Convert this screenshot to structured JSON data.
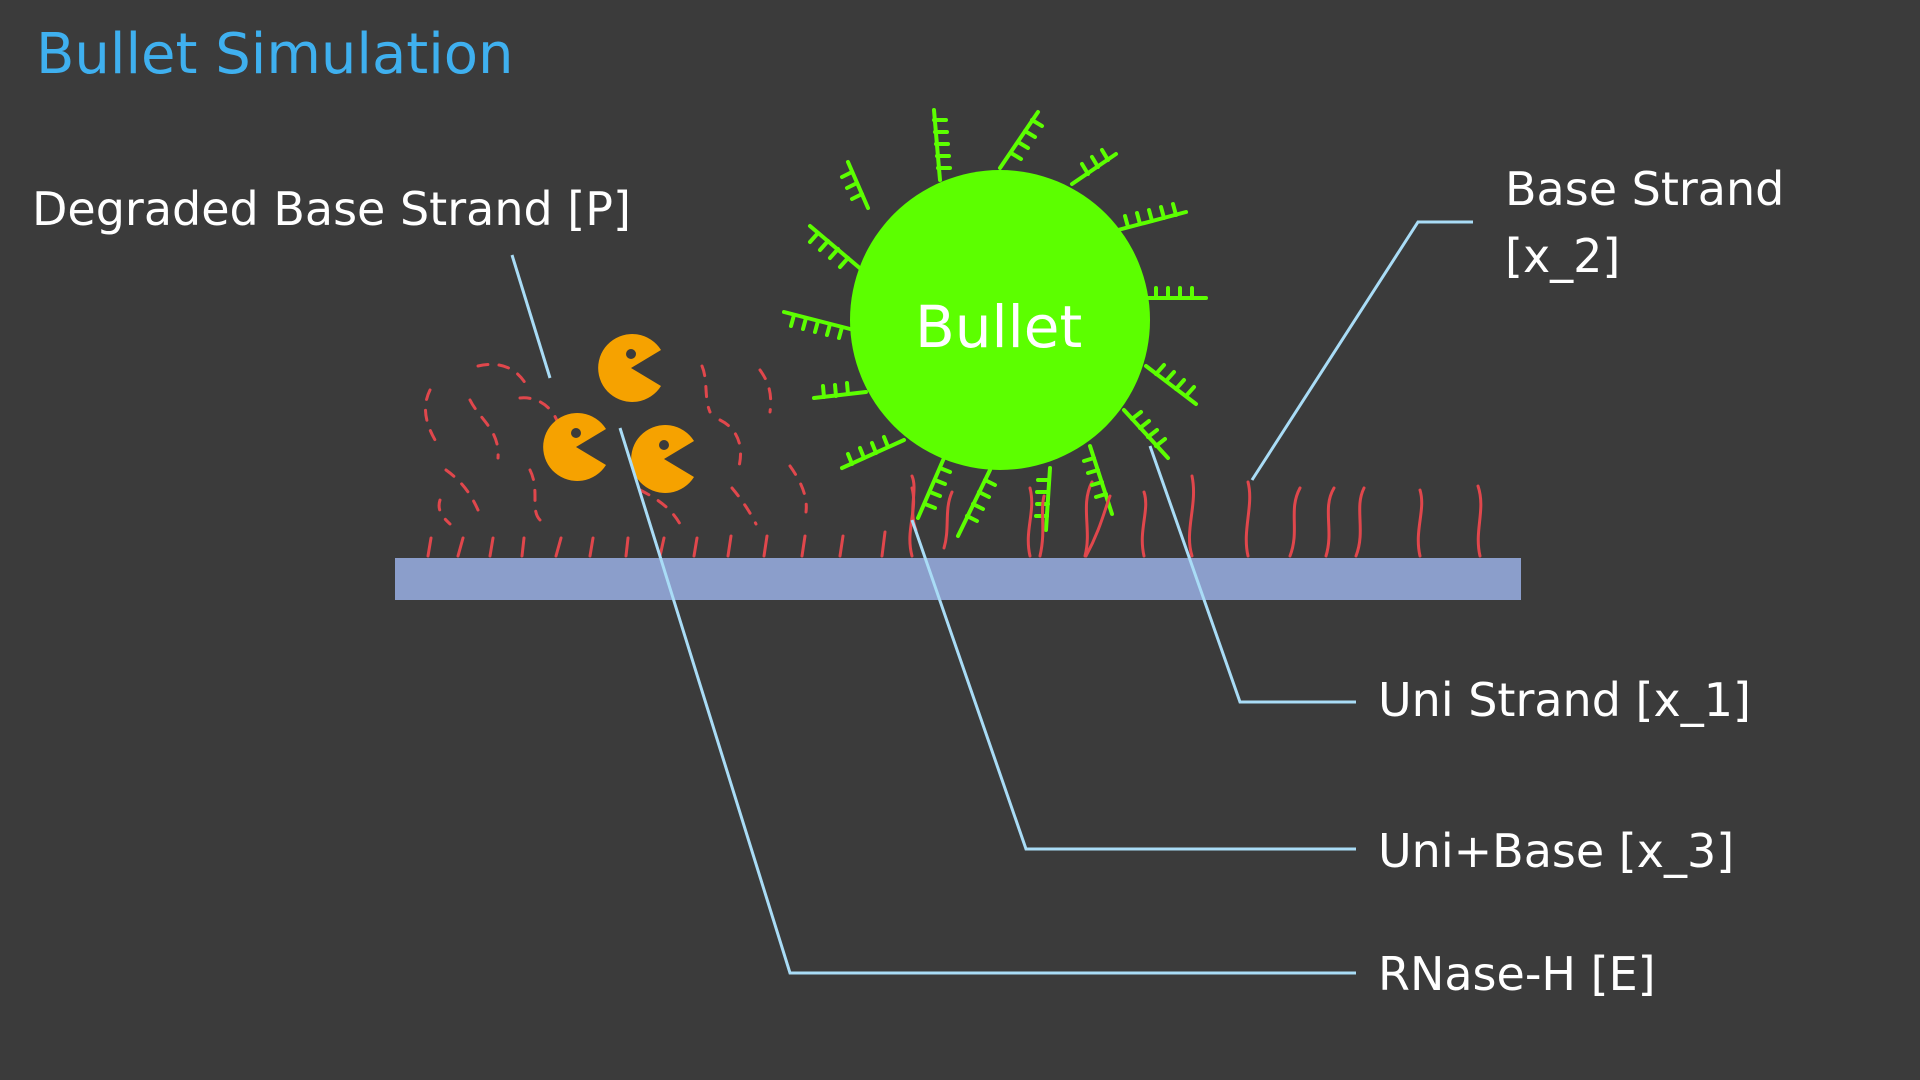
{
  "title": "Bullet Simulation",
  "bullet_label": "Bullet",
  "labels": {
    "degraded": "Degraded Base Strand [P]",
    "base_line1": "Base Strand",
    "base_line2": "[x_2]",
    "uni": "Uni Strand [x_1]",
    "uni_base": "Uni+Base [x_3]",
    "rnase": "RNase-H [E]"
  },
  "colors": {
    "background": "#3b3b3b",
    "title": "#3fb0ef",
    "bullet": "#5cff00",
    "base_strand": "#e0474c",
    "substrate": "#8b9ecb",
    "rnase": "#f6a200",
    "callout_line": "#a9dcf6"
  },
  "icons": {
    "rnase": "pacman-icon"
  }
}
